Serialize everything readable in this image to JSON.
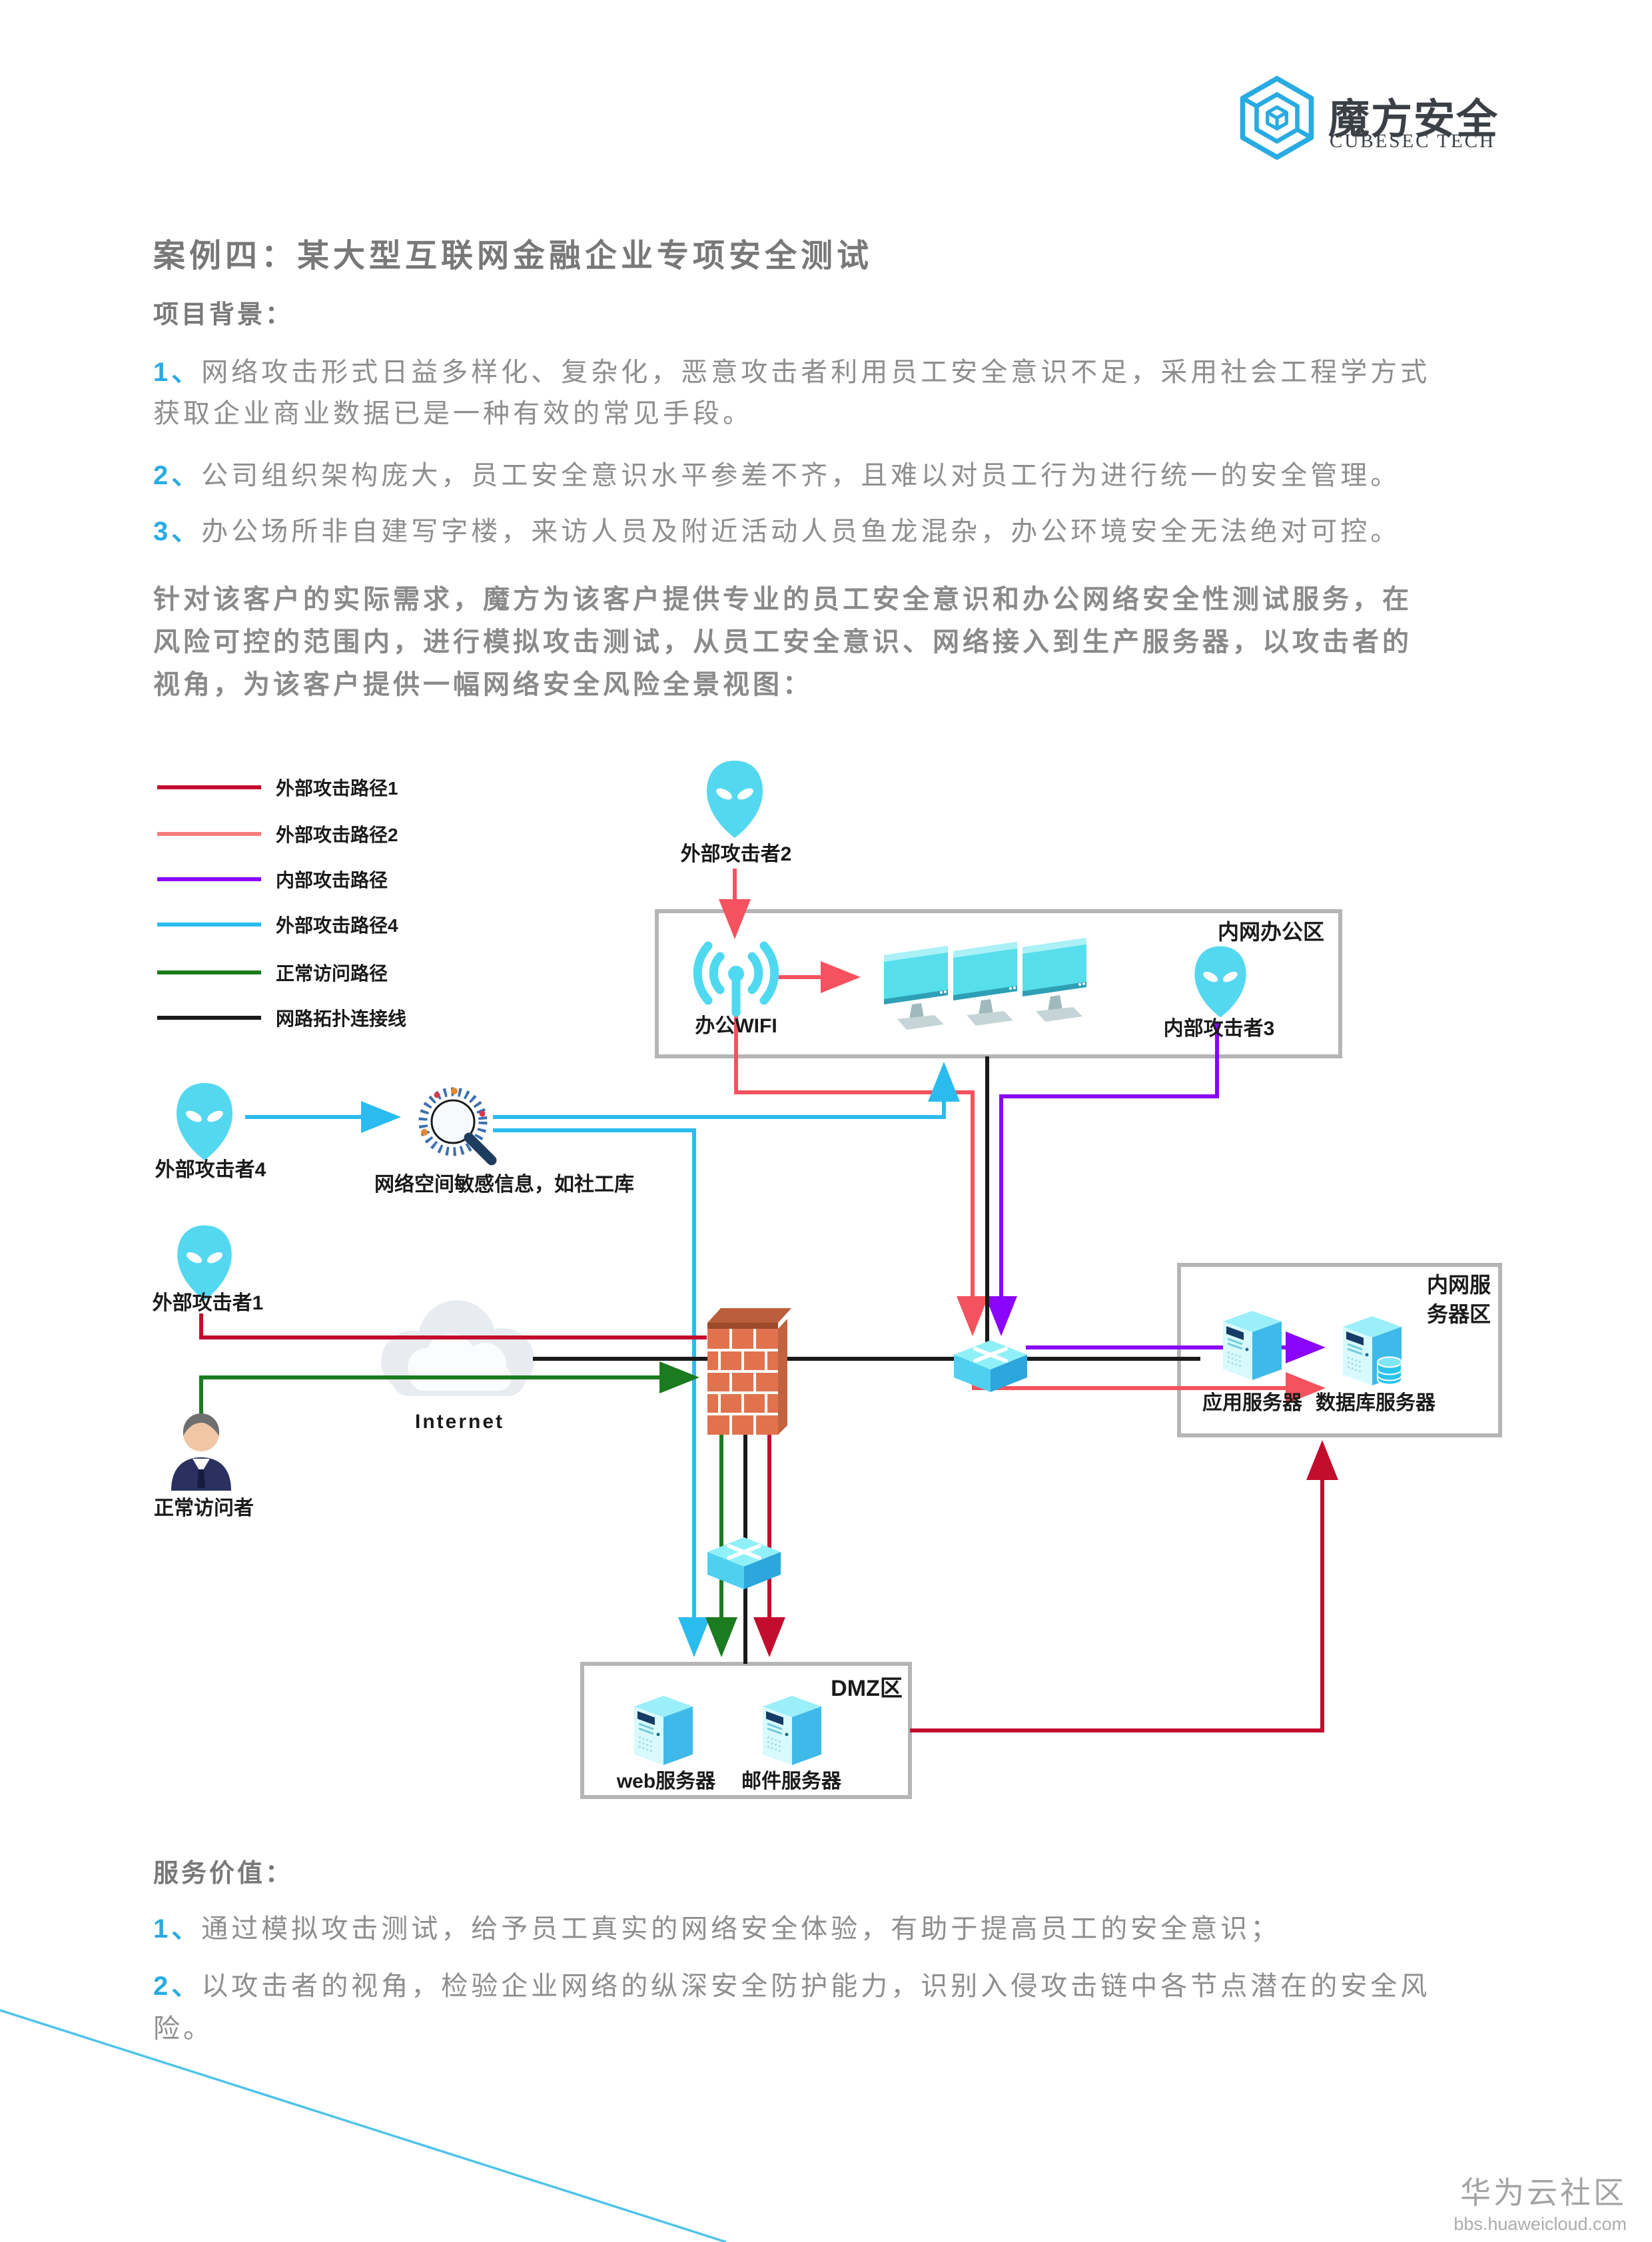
{
  "logo": {
    "name": "魔方安全",
    "tagline": "CUBESEC TECH"
  },
  "document": {
    "title": "案例四：某大型互联网金融企业专项安全测试",
    "background_heading": "项目背景：",
    "background_items": [
      {
        "num": "1、",
        "line1": "网络攻击形式日益多样化、复杂化，恶意攻击者利用员工安全意识不足，采用社会工程学方式",
        "line2": "获取企业商业数据已是一种有效的常见手段。"
      },
      {
        "num": "2、",
        "line1": "公司组织架构庞大，员工安全意识水平参差不齐，且难以对员工行为进行统一的安全管理。"
      },
      {
        "num": "3、",
        "line1": "办公场所非自建写字楼，来访人员及附近活动人员鱼龙混杂，办公环境安全无法绝对可控。"
      }
    ],
    "intro_lines": {
      "l1": "针对该客户的实际需求，魔方为该客户提供专业的员工安全意识和办公网络安全性测试服务，在",
      "l2": "风险可控的范围内，进行模拟攻击测试，从员工安全意识、网络接入到生产服务器，以攻击者的",
      "l3": "视角，为该客户提供一幅网络安全风险全景视图："
    },
    "value_heading": "服务价值：",
    "value_items": [
      {
        "num": "1、",
        "line1": "通过模拟攻击测试，给予员工真实的网络安全体验，有助于提高员工的安全意识；"
      },
      {
        "num": "2、",
        "line1": "以攻击者的视角，检验企业网络的纵深安全防护能力，识别入侵攻击链中各节点潜在的安全风",
        "line2": "险。"
      }
    ]
  },
  "legend": {
    "items": [
      {
        "label": "外部攻击路径1",
        "color": "#C30D2E"
      },
      {
        "label": "外部攻击路径2",
        "color": "#F47C7C"
      },
      {
        "label": "内部攻击路径",
        "color": "#8A05FA"
      },
      {
        "label": "外部攻击路径4",
        "color": "#2BBCEF"
      },
      {
        "label": "正常访问路径",
        "color": "#1B7B1E"
      },
      {
        "label": "网路拓扑连接线",
        "color": "#1A1A1A"
      }
    ]
  },
  "diagram": {
    "attacker2": "外部攻击者2",
    "office_zone": "内网办公区",
    "wifi": "办公WIFI",
    "attacker3": "内部攻击者3",
    "attacker4": "外部攻击者4",
    "osint": "网络空间敏感信息，如社工库",
    "attacker1": "外部攻击者1",
    "internet": "Internet",
    "visitor": "正常访问者",
    "server_zone1": "内网服",
    "server_zone2": "务器区",
    "app_server": "应用服务器",
    "db_server": "数据库服务器",
    "dmz": "DMZ区",
    "web_server": "web服务器",
    "mail_server": "邮件服务器"
  },
  "colors": {
    "accent": "#29ABE2",
    "ext1": "#C30D2E",
    "ext2": "#F4525E",
    "internal": "#8A05FA",
    "ext4": "#2BBCEF",
    "normal": "#1B7B1E",
    "topo": "#1A1A1A",
    "alien": "#54D8F0",
    "box_border": "#B5B5B5",
    "deco": "#4EC3EA"
  },
  "watermark": {
    "title": "华为云社区",
    "url": "bbs.huaweicloud.com"
  }
}
